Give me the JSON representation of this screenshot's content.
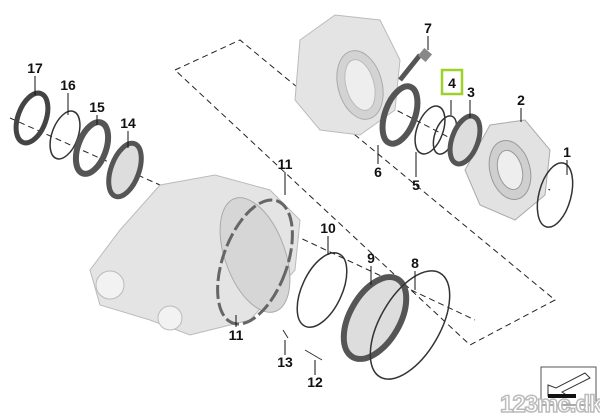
{
  "diagram": {
    "labels": {
      "l1": "1",
      "l2": "2",
      "l3": "3",
      "l4": "4",
      "l5": "5",
      "l6": "6",
      "l7": "7",
      "l8": "8",
      "l9": "9",
      "l10": "10",
      "l11a": "11",
      "l11b": "11",
      "l12": "12",
      "l13": "13",
      "l14": "14",
      "l15": "15",
      "l16": "16",
      "l17": "17"
    },
    "highlighted_part": "4",
    "highlight_color": "#9fd12c"
  },
  "watermark": {
    "text": "123mc.dk"
  }
}
